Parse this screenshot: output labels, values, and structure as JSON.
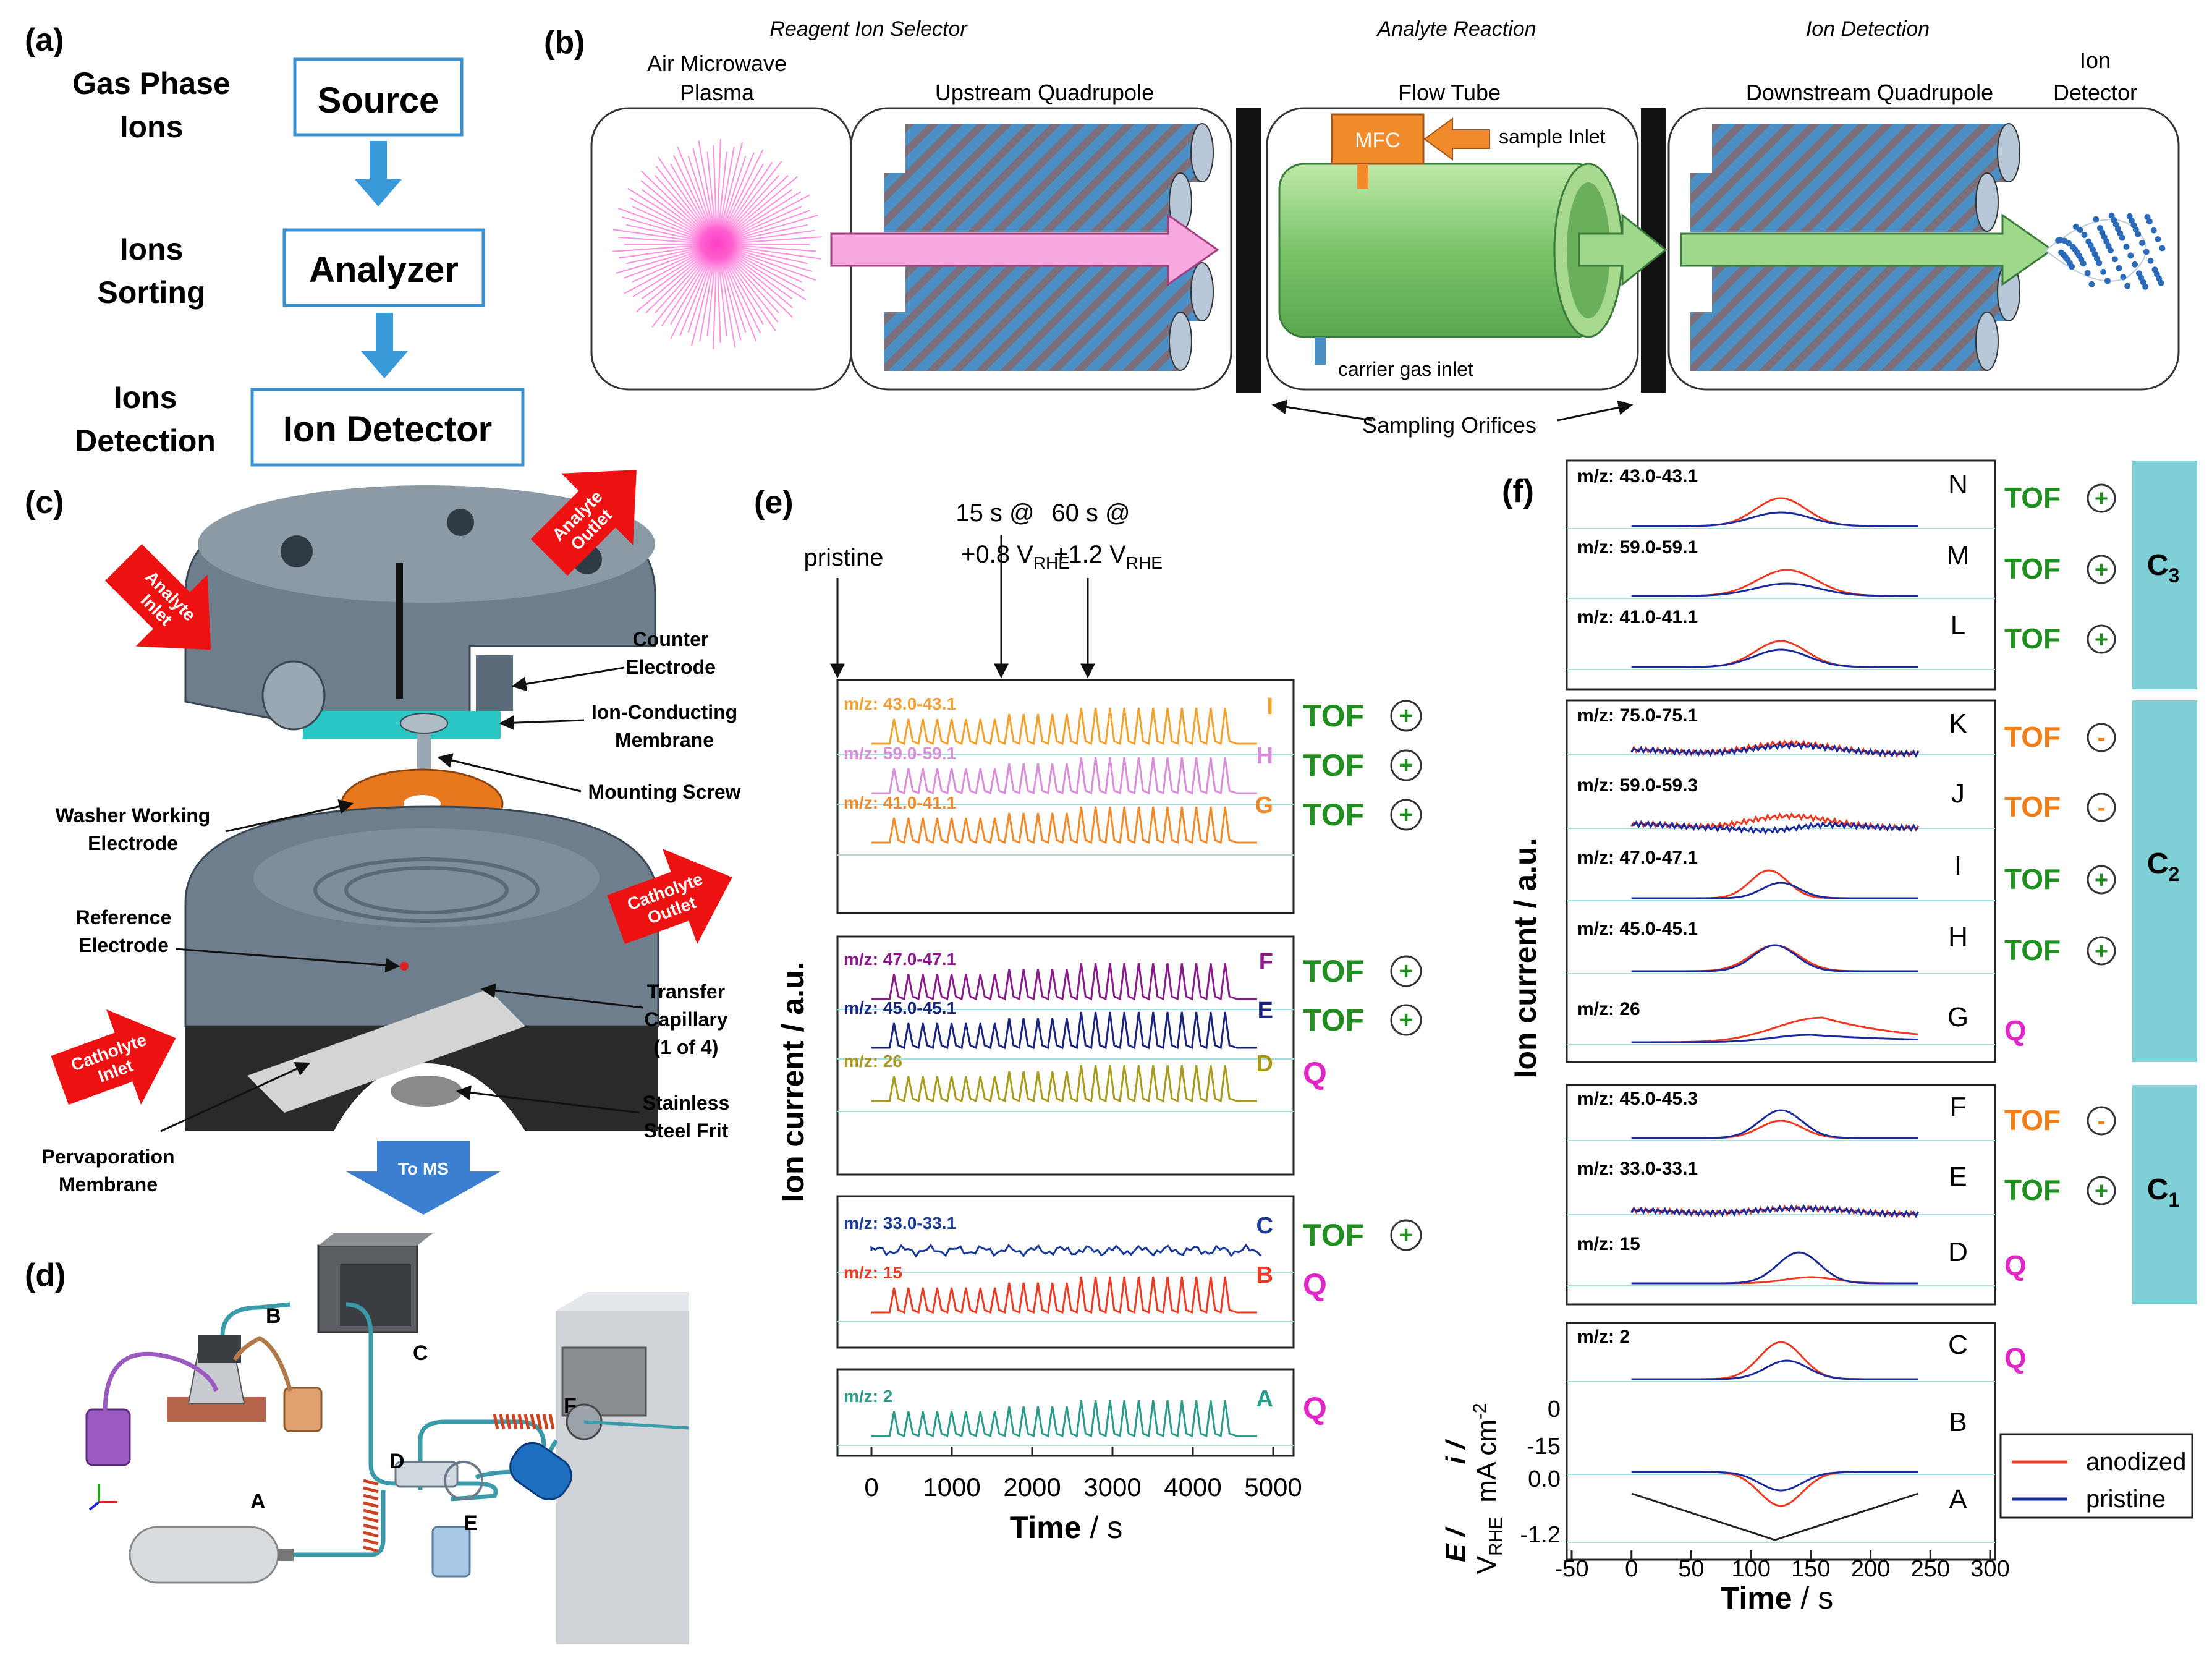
{
  "panels": {
    "a": {
      "tag": "(a)",
      "rows": [
        {
          "l1": "Gas Phase",
          "l2": "Ions",
          "box": "Source"
        },
        {
          "l1": "Ions",
          "l2": "Sorting",
          "box": "Analyzer"
        },
        {
          "l1": "Ions",
          "l2": "Detection",
          "box": "Ion Detector"
        }
      ]
    },
    "b": {
      "tag": "(b)",
      "sections": [
        "Reagent Ion Selector",
        "Analyte Reaction",
        "Ion Detection"
      ],
      "labels": {
        "plasma1": "Air Microwave",
        "plasma2": "Plasma",
        "upstream": "Upstream Quadrupole",
        "flow": "Flow Tube",
        "downstream": "Downstream Quadrupole",
        "det1": "Ion",
        "det2": "Detector",
        "mfc": "MFC",
        "sample": "sample Inlet",
        "carrier": "carrier gas inlet",
        "orifices": "Sampling Orifices"
      }
    },
    "c": {
      "tag": "(c)",
      "labels": {
        "analyte_inlet1": "Analyte",
        "analyte_inlet2": "Inlet",
        "analyte_outlet1": "Analyte",
        "analyte_outlet2": "Outlet",
        "counter1": "Counter",
        "counter2": "Electrode",
        "membrane1": "Ion-Conducting",
        "membrane2": "Membrane",
        "screw": "Mounting Screw",
        "washer1": "Washer Working",
        "washer2": "Electrode",
        "catholyte_outlet1": "Catholyte",
        "catholyte_outlet2": "Outlet",
        "reference1": "Reference",
        "reference2": "Electrode",
        "transfer1": "Transfer",
        "transfer2": "Capillary",
        "transfer3": "(1 of 4)",
        "catholyte_inlet1": "Catholyte",
        "catholyte_inlet2": "Inlet",
        "frit1": "Stainless",
        "frit2": "Steel Frit",
        "perv1": "Pervaporation",
        "perv2": "Membrane",
        "to_ms": "To MS"
      }
    },
    "d": {
      "tag": "(d)",
      "letters": [
        "A",
        "B",
        "C",
        "D",
        "E",
        "F"
      ]
    },
    "e": {
      "tag": "(e)",
      "annot": {
        "pristine": "pristine",
        "a1": "15 s @",
        "a2": "+0.8 V",
        "a2sub": "RHE",
        "b1": "60 s @",
        "b2": "+1.2 V",
        "b2sub": "RHE"
      },
      "ylabel": "Ion current / a.u.",
      "xlabel_main": "Time",
      "xlabel_unit": " / s",
      "xticks": [
        "0",
        "1000",
        "2000",
        "3000",
        "4000",
        "5000"
      ]
    },
    "f": {
      "tag": "(f)",
      "ylabel": "Ion current / a.u.",
      "xlabel_main": "Time",
      "xlabel_unit": " / s",
      "xticks": [
        "-50",
        "0",
        "50",
        "100",
        "150",
        "200",
        "250",
        "300"
      ],
      "ylab_i": "i /",
      "ylab_i_unit": "mA cm",
      "ylab_i_exp": "-2",
      "ylab_e": "E /",
      "ylab_e_unit": "V",
      "ylab_e_sub": "RHE",
      "yticks_i": [
        "0",
        "-15"
      ],
      "yticks_e": [
        "0.0",
        "-1.2"
      ],
      "groups": [
        "C",
        "C",
        "C"
      ],
      "group_subs": [
        "3",
        "2",
        "1"
      ],
      "legend": [
        "anodized",
        "pristine"
      ]
    }
  },
  "chart_data": [
    {
      "type": "line",
      "panel": "e",
      "x": [
        0,
        1000,
        2000,
        3000,
        4000,
        5000
      ],
      "xlabel": "Time / s",
      "ylabel": "Ion current / a.u.",
      "series": [
        {
          "name": "m/z: 43.0-43.1",
          "letter": "I",
          "mode": "TOF",
          "sign": "+",
          "color": "#f2a12e",
          "peaks": 24
        },
        {
          "name": "m/z: 59.0-59.1",
          "letter": "H",
          "mode": "TOF",
          "sign": "+",
          "color": "#d98fd8",
          "peaks": 24
        },
        {
          "name": "m/z: 41.0-41.1",
          "letter": "G",
          "mode": "TOF",
          "sign": "+",
          "color": "#f28a2a",
          "peaks": 24
        },
        {
          "name": "m/z: 47.0-47.1",
          "letter": "F",
          "mode": "TOF",
          "sign": "+",
          "color": "#8a1a8a",
          "peaks": 24
        },
        {
          "name": "m/z: 45.0-45.1",
          "letter": "E",
          "mode": "TOF",
          "sign": "+",
          "color": "#1a237e",
          "peaks": 24
        },
        {
          "name": "m/z: 26",
          "letter": "D",
          "mode": "Q",
          "sign": "",
          "color": "#a89a1a",
          "peaks": 24
        },
        {
          "name": "m/z: 33.0-33.1",
          "letter": "C",
          "mode": "TOF",
          "sign": "+",
          "color": "#1a3a9a",
          "peaks": 0
        },
        {
          "name": "m/z: 15",
          "letter": "B",
          "mode": "Q",
          "sign": "",
          "color": "#ee3a22",
          "peaks": 24
        },
        {
          "name": "m/z: 2",
          "letter": "A",
          "mode": "Q",
          "sign": "",
          "color": "#2a9a8a",
          "peaks": 24
        }
      ]
    },
    {
      "type": "line",
      "panel": "f",
      "x": [
        -50,
        0,
        50,
        100,
        150,
        200,
        250,
        300
      ],
      "xlabel": "Time / s",
      "ylabel": "Ion current / a.u.",
      "legend": [
        "anodized",
        "pristine"
      ],
      "series": [
        {
          "name": "m/z: 43.0-43.1",
          "letter": "N",
          "mode": "TOF",
          "sign": "+"
        },
        {
          "name": "m/z: 59.0-59.1",
          "letter": "M",
          "mode": "TOF",
          "sign": "+"
        },
        {
          "name": "m/z: 41.0-41.1",
          "letter": "L",
          "mode": "TOF",
          "sign": "+"
        },
        {
          "name": "m/z: 75.0-75.1",
          "letter": "K",
          "mode": "TOF",
          "sign": "-"
        },
        {
          "name": "m/z: 59.0-59.3",
          "letter": "J",
          "mode": "TOF",
          "sign": "-"
        },
        {
          "name": "m/z: 47.0-47.1",
          "letter": "I",
          "mode": "TOF",
          "sign": "+"
        },
        {
          "name": "m/z: 45.0-45.1",
          "letter": "H",
          "mode": "TOF",
          "sign": "+"
        },
        {
          "name": "m/z: 26",
          "letter": "G",
          "mode": "Q",
          "sign": ""
        },
        {
          "name": "m/z: 45.0-45.3",
          "letter": "F",
          "mode": "TOF",
          "sign": "-"
        },
        {
          "name": "m/z: 33.0-33.1",
          "letter": "E",
          "mode": "TOF",
          "sign": "+"
        },
        {
          "name": "m/z: 15",
          "letter": "D",
          "mode": "Q",
          "sign": ""
        },
        {
          "name": "m/z: 2",
          "letter": "C",
          "mode": "Q",
          "sign": ""
        },
        {
          "name": "",
          "letter": "B",
          "mode": "",
          "sign": ""
        },
        {
          "name": "",
          "letter": "A",
          "mode": "",
          "sign": ""
        }
      ]
    }
  ],
  "colors": {
    "tof_green": "#1f8f1f",
    "tof_neg_orange": "#f07f1a",
    "q_magenta": "#e026c6",
    "box_blue": "#3a8fcf",
    "arrow_blue": "#3a9ad9",
    "teal_group": "#7ecfd6",
    "red_anod": "#ee3a22",
    "blue_prist": "#1a2a9a"
  }
}
